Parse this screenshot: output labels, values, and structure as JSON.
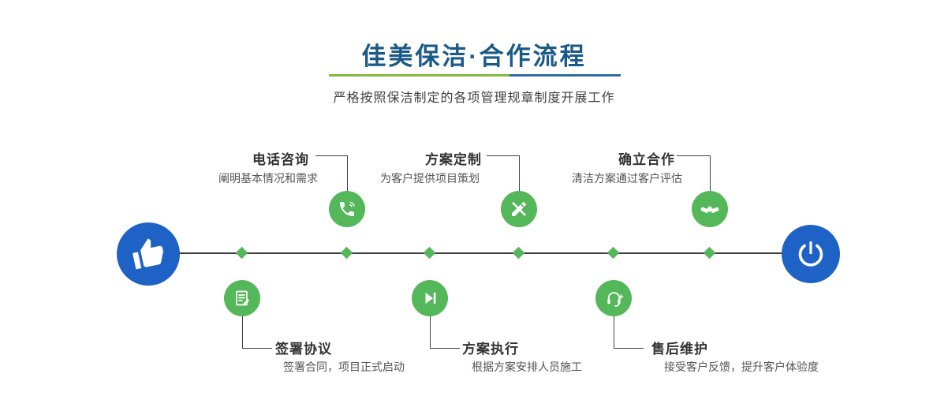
{
  "header": {
    "title": "佳美保洁·合作流程",
    "subtitle": "严格按照保洁制定的各项管理规章制度开展工作"
  },
  "colors": {
    "title_blue": "#1a5a88",
    "divider_green": "#85b93d",
    "divider_blue": "#2c6ca5",
    "node_green": "#54b75a",
    "endpoint_blue": "#1f62c5",
    "line_dark": "#3d3d3d"
  },
  "endpoints": {
    "start_icon": "pointing-hand-icon",
    "end_icon": "power-icon"
  },
  "steps_top": [
    {
      "title": "电话咨询",
      "desc": "阐明基本情况和需求",
      "icon": "phone-icon"
    },
    {
      "title": "方案定制",
      "desc": "为客户提供项目策划",
      "icon": "design-tools-icon"
    },
    {
      "title": "确立合作",
      "desc": "清洁方案通过客户评估",
      "icon": "handshake-icon"
    }
  ],
  "steps_bottom": [
    {
      "title": "签署协议",
      "desc": "签署合同，项目正式启动",
      "icon": "sign-document-icon"
    },
    {
      "title": "方案执行",
      "desc": "根据方案安排人员施工",
      "icon": "execute-play-icon"
    },
    {
      "title": "售后维护",
      "desc": "接受客户反馈，提升客户体验度",
      "icon": "headset-support-icon"
    }
  ]
}
